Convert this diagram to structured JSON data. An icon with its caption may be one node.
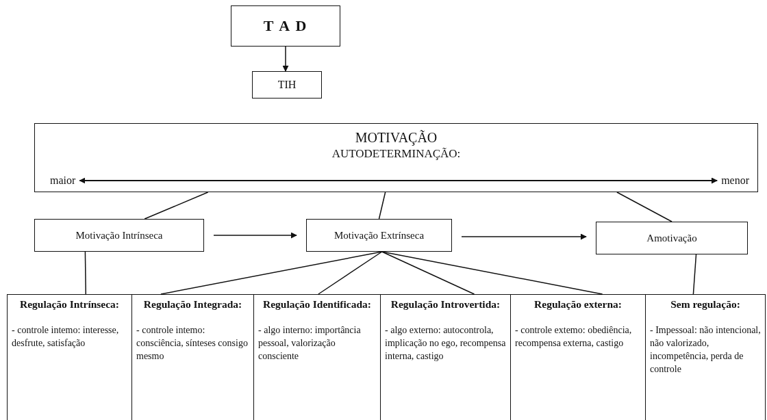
{
  "diagram": {
    "nodes": [
      {
        "text": [
          "T A D"
        ]
      },
      {
        "text": [
          "TIH"
        ]
      },
      {
        "text": [
          "MOTIVAÇÃO",
          "AUTODETERMINAÇÃO:"
        ]
      },
      {
        "text": [
          "maior"
        ],
        "in": 2
      },
      {
        "text": [
          "menor"
        ],
        "in": 2
      },
      {
        "text": [
          "Motivação Intrínseca"
        ]
      },
      {
        "text": [
          "Motivação Extrínseca"
        ]
      },
      {
        "text": [
          "Amotivação"
        ]
      },
      {
        "text": [
          "Regulação Intrínseca:",
          "- controle intemo: interesse, desfrute, satisfação"
        ]
      },
      {
        "text": [
          "Regulação Integrada:",
          "- controle intemo: consciência, sínteses consigo mesmo"
        ]
      },
      {
        "text": [
          "Regulação Identificada:",
          "- algo interno: importância pessoal, valorização consciente"
        ]
      },
      {
        "text": [
          "Regulação Introvertida:",
          "- algo externo: autocontrola, implicação no ego, recompensa interna, castigo"
        ]
      },
      {
        "text": [
          "Regulação externa:",
          "- controle extemo: obediência, recompensa externa, castigo"
        ]
      },
      {
        "text": [
          "Sem regulação:",
          "- Impessoal: não intencional, não valorizado, incompetência, perda de controle"
        ]
      }
    ],
    "edges": [
      {
        "from": 0,
        "to": 1,
        "arrow": "to"
      },
      {
        "from": 3,
        "to": 4,
        "arrow": "both"
      },
      {
        "from": 2,
        "to": 5,
        "arrow": "none"
      },
      {
        "from": 2,
        "to": 6,
        "arrow": "none"
      },
      {
        "from": 2,
        "to": 7,
        "arrow": "none"
      },
      {
        "from": 5,
        "to": 6,
        "arrow": "to"
      },
      {
        "from": 6,
        "to": 7,
        "arrow": "to"
      },
      {
        "from": 5,
        "to": 8,
        "arrow": "none"
      },
      {
        "from": 6,
        "to": 9,
        "arrow": "none"
      },
      {
        "from": 6,
        "to": 10,
        "arrow": "none"
      },
      {
        "from": 6,
        "to": 11,
        "arrow": "none"
      },
      {
        "from": 6,
        "to": 12,
        "arrow": "none"
      },
      {
        "from": 7,
        "to": 13,
        "arrow": "none"
      }
    ]
  }
}
